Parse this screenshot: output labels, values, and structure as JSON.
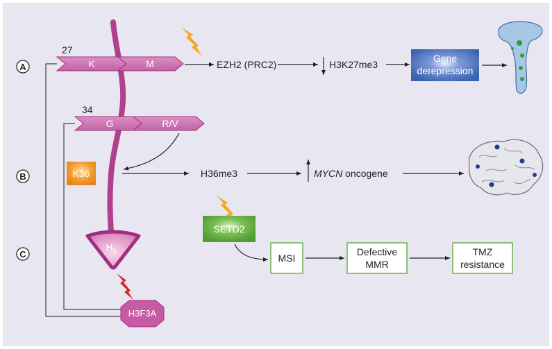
{
  "panel": {
    "background": "#e8e6f0"
  },
  "sections": {
    "a": "A",
    "b": "B",
    "c": "C"
  },
  "residues": {
    "pos27": "27",
    "pos34": "34",
    "k": "K",
    "m": "M",
    "g": "G",
    "rv": "R/V"
  },
  "row_a": {
    "ezh2": "EZH2 (PRC2)",
    "h3k27": "H3K27me3",
    "gene_line1": "Gene",
    "gene_line2": "derepression",
    "image": "cerebellum-brainstem-illustration"
  },
  "row_b": {
    "k36": "K36",
    "h36": "H36me3",
    "mycn": "MYCN",
    "oncogene": " oncogene",
    "image": "brain-illustration"
  },
  "row_c": {
    "setd2": "SETD2",
    "msi": "MSI",
    "mmr_line1": "Defective",
    "mmr_line2": "MMR",
    "tmz_line1": "TMZ",
    "tmz_line2": "resistance"
  },
  "histone": {
    "label": "H",
    "sub": "3",
    "gene": "H3F3A"
  },
  "colors": {
    "histone_fill": "#c65aa4",
    "histone_dark": "#a0307f",
    "arrow_box": "#e8b6d6",
    "k36_box": "#f0962e",
    "setd2_box": "#6cb24a",
    "gene_box": "#3f6ab4",
    "green_border": "#6cb24a",
    "lightning_orange": "#f5a623",
    "lightning_red": "#d6282b"
  },
  "icons": [
    "lightning-icon",
    "lightning-icon",
    "lightning-icon"
  ]
}
